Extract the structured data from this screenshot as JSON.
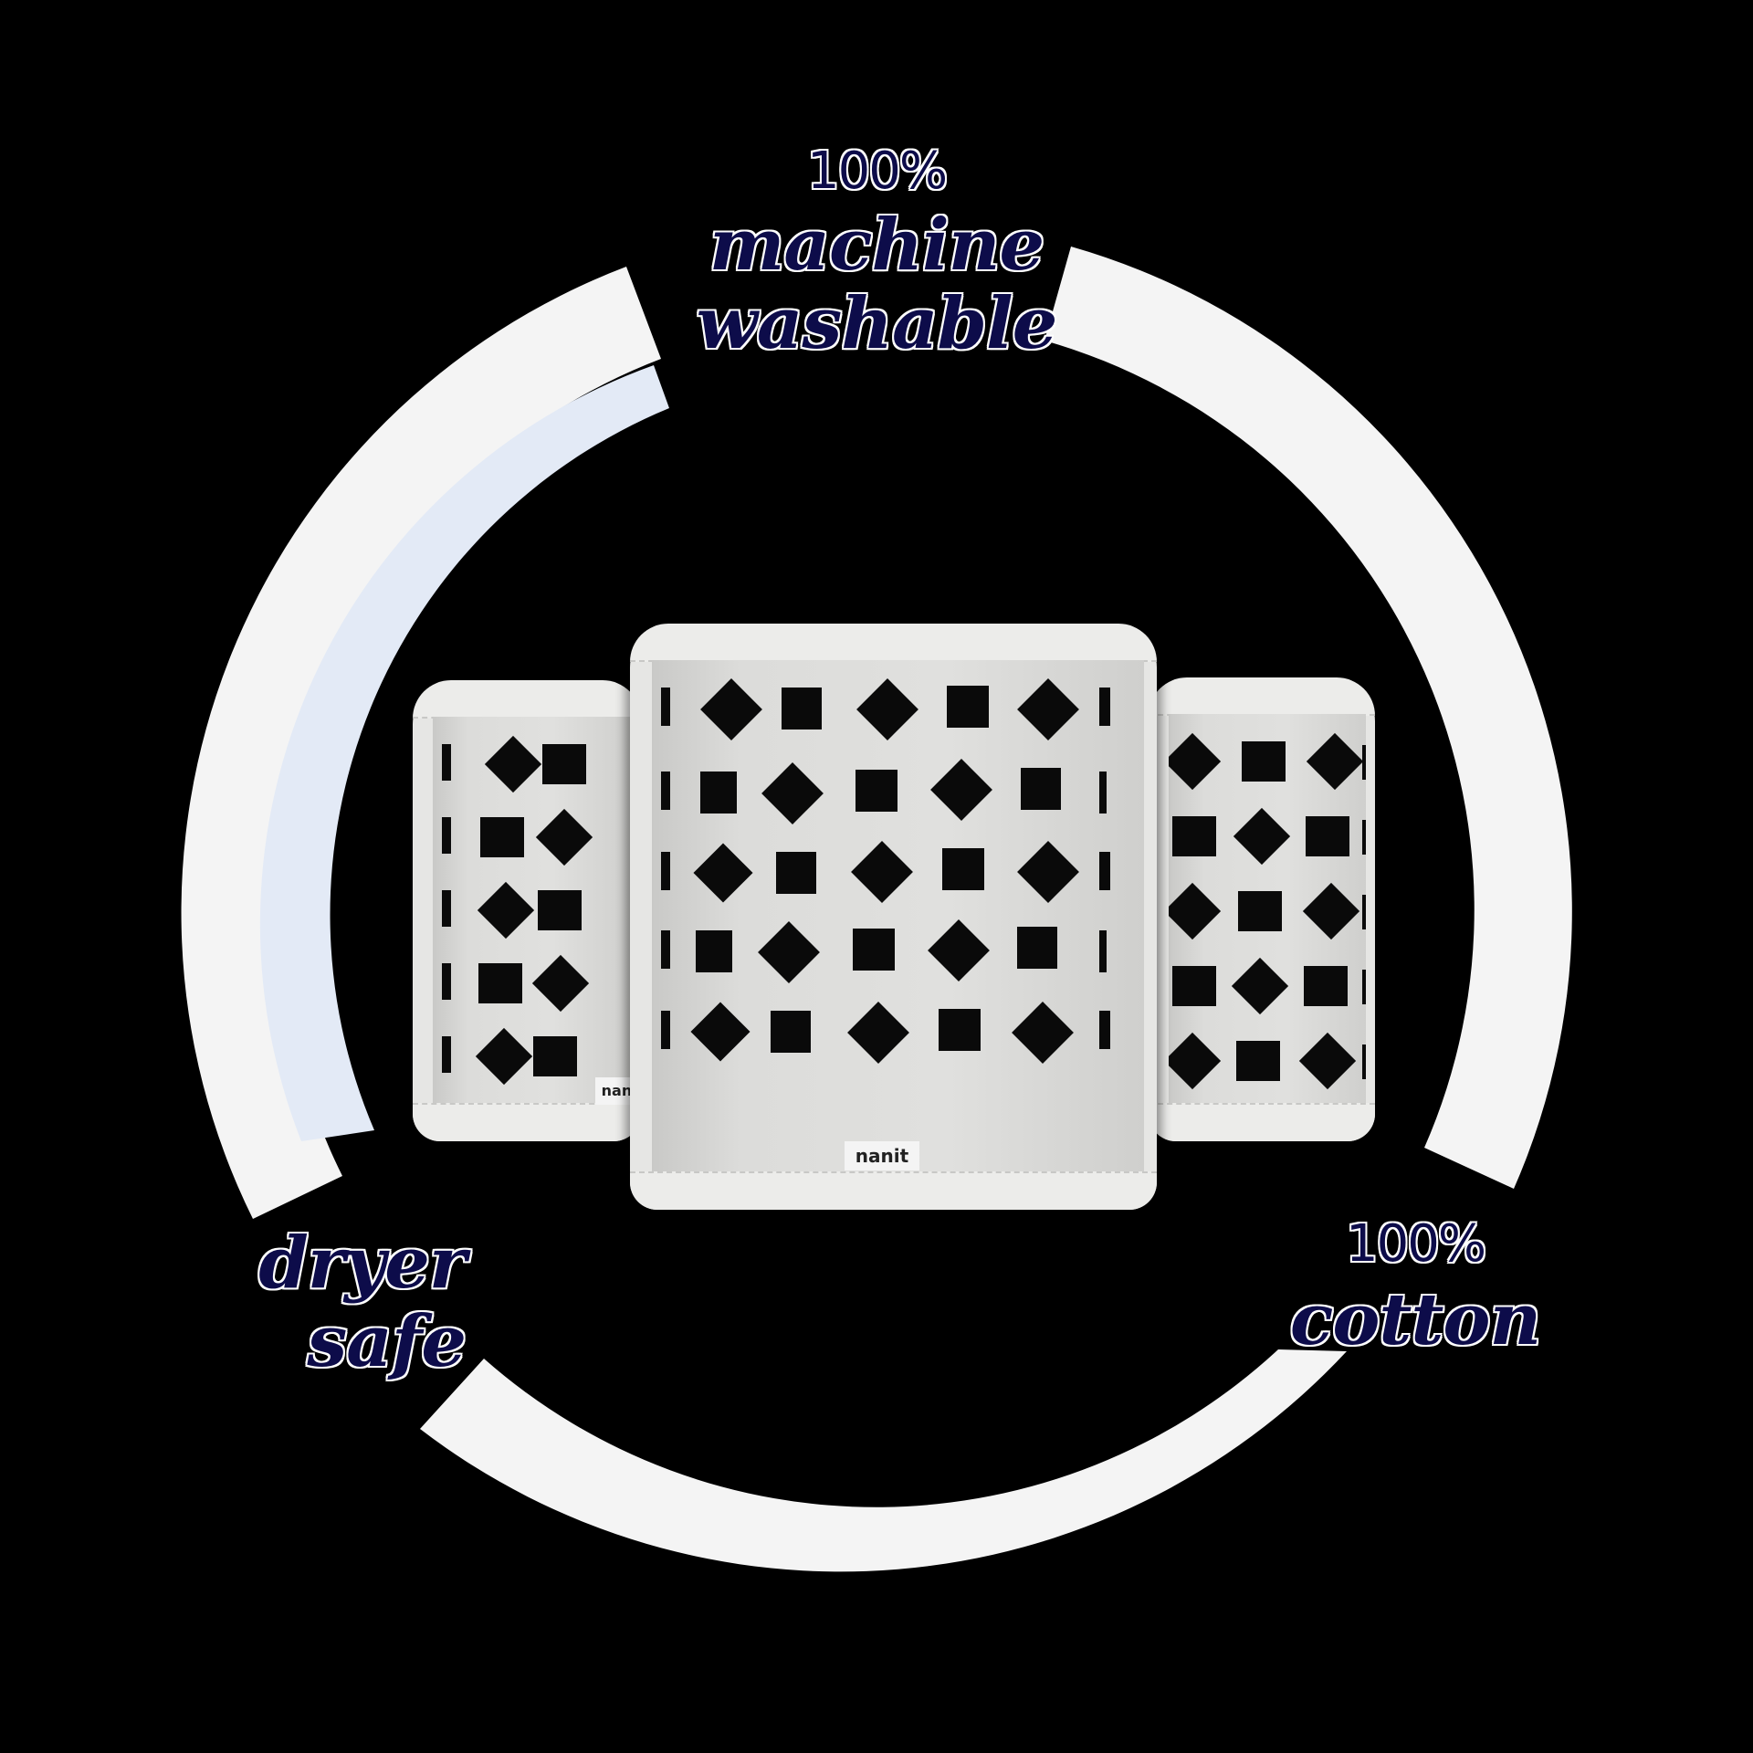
{
  "labels": {
    "top": {
      "percent": "100%",
      "line1": "machine",
      "line2": "washable"
    },
    "left": {
      "line1": "dryer",
      "line2": "safe"
    },
    "right": {
      "percent": "100%",
      "line1": "cotton"
    }
  },
  "product": {
    "brand_tag": "nanit",
    "description": "Three patterned breathing bands (black diamonds and squares on light grey fabric)"
  },
  "colors": {
    "background": "#000000",
    "ring": "#f4f4f4",
    "ring_accent": "#e3eaf6",
    "label_text": "#0d0c4a",
    "label_outline": "#ffffff"
  }
}
